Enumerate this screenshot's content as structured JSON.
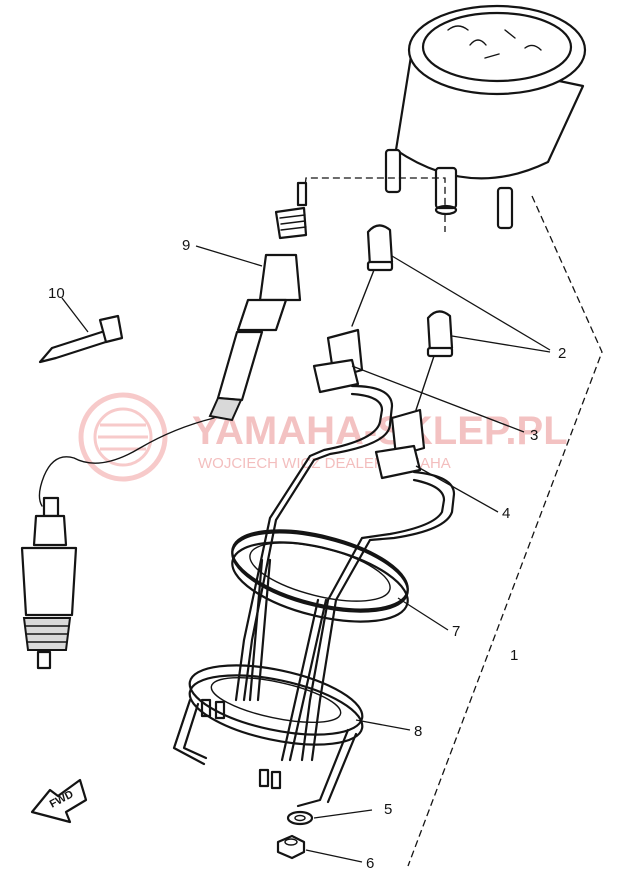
{
  "diagram": {
    "callouts": [
      {
        "id": "1",
        "label": "1"
      },
      {
        "id": "2",
        "label": "2"
      },
      {
        "id": "3",
        "label": "3"
      },
      {
        "id": "4",
        "label": "4"
      },
      {
        "id": "5",
        "label": "5"
      },
      {
        "id": "6",
        "label": "6"
      },
      {
        "id": "7",
        "label": "7"
      },
      {
        "id": "8",
        "label": "8"
      },
      {
        "id": "9",
        "label": "9"
      },
      {
        "id": "10",
        "label": "10"
      }
    ],
    "direction_marker": "FWD"
  },
  "watermark": {
    "brand": "YAMAHA-SKLEP.PL",
    "subtitle": "WOJCIECH WICZ DEALER YAMAHA"
  }
}
